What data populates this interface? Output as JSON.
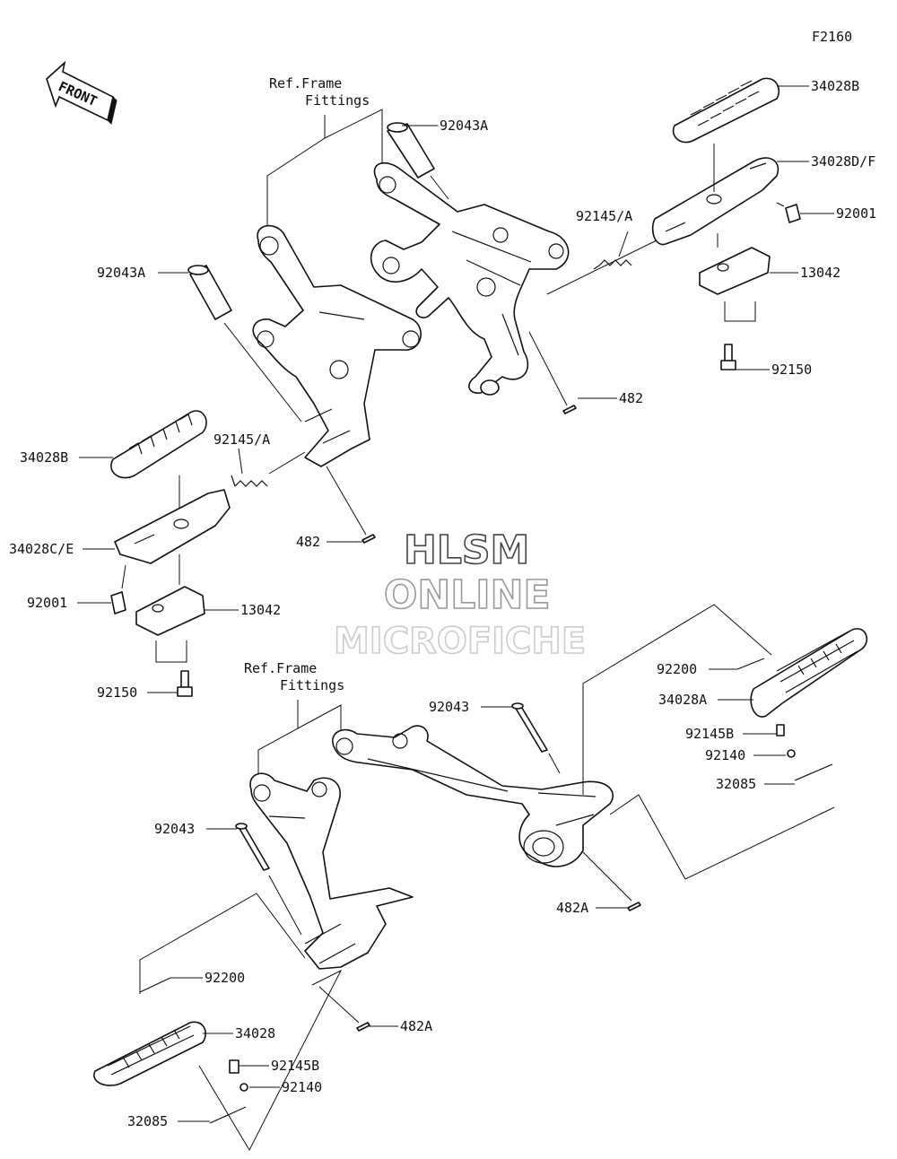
{
  "figure_code": "F2160",
  "front_label": "FRONT",
  "watermark": {
    "line1": "HLSM",
    "line2": "ONLINE",
    "line3": "MICROFICHE"
  },
  "ref_frame_upper": {
    "line1": "Ref.Frame",
    "line2": "Fittings"
  },
  "ref_frame_lower": {
    "line1": "Ref.Frame",
    "line2": "Fittings"
  },
  "callouts": {
    "c92043A_top": "92043A",
    "c34028B_right": "34028B",
    "c34028DF": "34028D/F",
    "c92145A_right": "92145/A",
    "c92001_right": "92001",
    "c13042_right": "13042",
    "c92150_right": "92150",
    "c482_right": "482",
    "c92043A_left": "92043A",
    "c92145A_left": "92145/A",
    "c34028B_left": "34028B",
    "c482_left": "482",
    "c34028CE": "34028C/E",
    "c92001_left": "92001",
    "c13042_left": "13042",
    "c92150_left": "92150",
    "c92043_center": "92043",
    "c92200_right": "92200",
    "c34028A": "34028A",
    "c92145B_right": "92145B",
    "c92140_right": "92140",
    "c32085_right": "32085",
    "c92043_left": "92043",
    "c482A_center": "482A",
    "c92200_left": "92200",
    "c34028": "34028",
    "c482A_left": "482A",
    "c92145B_left": "92145B",
    "c92140_left": "92140",
    "c32085_left": "32085"
  }
}
